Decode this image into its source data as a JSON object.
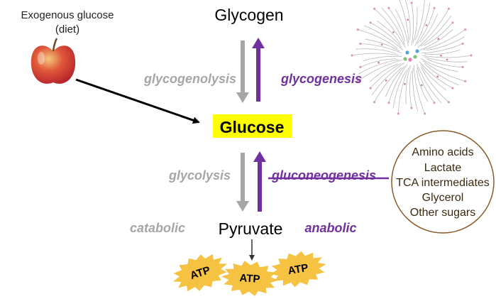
{
  "diet": {
    "line1": "Exogenous glucose",
    "line2": "(diet)"
  },
  "nodes": {
    "glycogen": "Glycogen",
    "glucose": "Glucose",
    "pyruvate": "Pyruvate"
  },
  "processes": {
    "glycogenolysis": "glycogenolysis",
    "glycogenesis": "glycogenesis",
    "glycolysis": "glycolysis",
    "gluconeogenesis": "gluconeogenesis",
    "catabolic": "catabolic",
    "anabolic": "anabolic"
  },
  "precursors": [
    "Amino acids",
    "Lactate",
    "TCA intermediates",
    "Glycerol",
    "Other sugars"
  ],
  "atp": [
    "ATP",
    "ATP",
    "ATP"
  ],
  "colors": {
    "catabolic_grey": "#a6a6a6",
    "anabolic_purple": "#7030a0",
    "glucose_highlight": "#ffff00",
    "atp_burst": "#f5c242",
    "precursor_border": "#8b5a2b"
  },
  "icons": {
    "apple": "apple-icon",
    "glycogen_structure": "glycogen-structure-icon"
  }
}
